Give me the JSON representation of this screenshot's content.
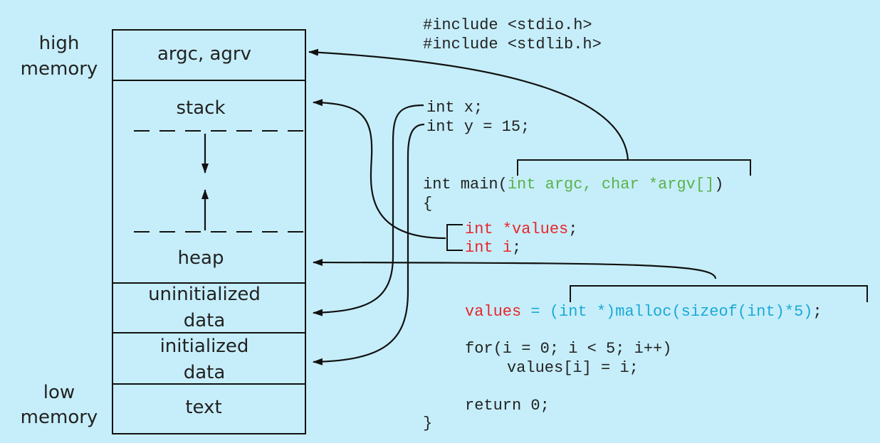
{
  "side_labels": {
    "high": [
      "high",
      "memory"
    ],
    "low": [
      "low",
      "memory"
    ]
  },
  "segments": {
    "argc": "argc, agrv",
    "stack": "stack",
    "heap": "heap",
    "uninit": [
      "uninitialized",
      "data"
    ],
    "init": [
      "initialized",
      "data"
    ],
    "text": "text"
  },
  "code": {
    "include1": "#include <stdio.h>",
    "include2": "#include <stdlib.h>",
    "int_x": "int x;",
    "int_y": "int y = 15;",
    "main_prefix": "int main(",
    "main_args": "int argc, char *argv[]",
    "main_suffix": ")",
    "open_brace": "{",
    "values_decl": "int *values",
    "semicolon": ";",
    "i_decl": "int i",
    "assign_lhs": "values",
    "assign_eq": " = ",
    "assign_rhs": "(int *)malloc(sizeof(int)*5)",
    "for_line": "for(i = 0; i < 5; i++)",
    "loop_body": "values[i] = i;",
    "return_line": "return 0;",
    "close_brace": "}"
  },
  "colors": {
    "background": "#c6eefa",
    "green": "#5ab24a",
    "red": "#e8262a",
    "cyan": "#1aa9d9",
    "ink": "#222222"
  }
}
